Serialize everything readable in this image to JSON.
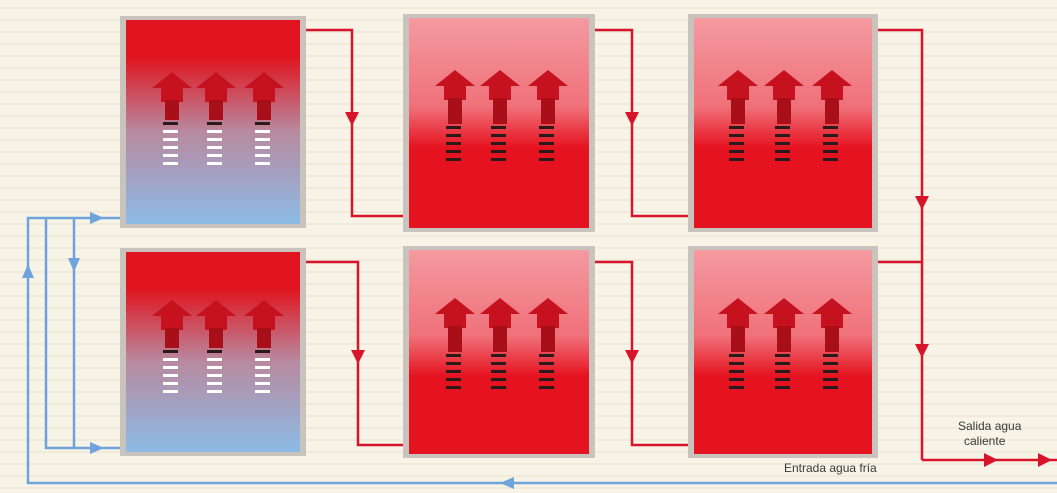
{
  "labels": {
    "hot_outlet_line1": "Salida agua",
    "hot_outlet_line2": "caliente",
    "cold_inlet": "Entrada agua fría"
  },
  "colors": {
    "background": "#f7f3e6",
    "grid_line": "#e8e2cf",
    "hot_pipe": "#d8142a",
    "cold_pipe": "#6fa3dc",
    "panel_frame": "#c9c3bd",
    "panel_hot": "#e5121f",
    "panel_mid": "#f28d95",
    "panel_cold": "#8cbbe6"
  },
  "panels": [
    {
      "id": "top-1",
      "type": "cold-inlet"
    },
    {
      "id": "top-2",
      "type": "hot"
    },
    {
      "id": "top-3",
      "type": "hot"
    },
    {
      "id": "bottom-1",
      "type": "cold-inlet"
    },
    {
      "id": "bottom-2",
      "type": "hot"
    },
    {
      "id": "bottom-3",
      "type": "hot"
    }
  ]
}
